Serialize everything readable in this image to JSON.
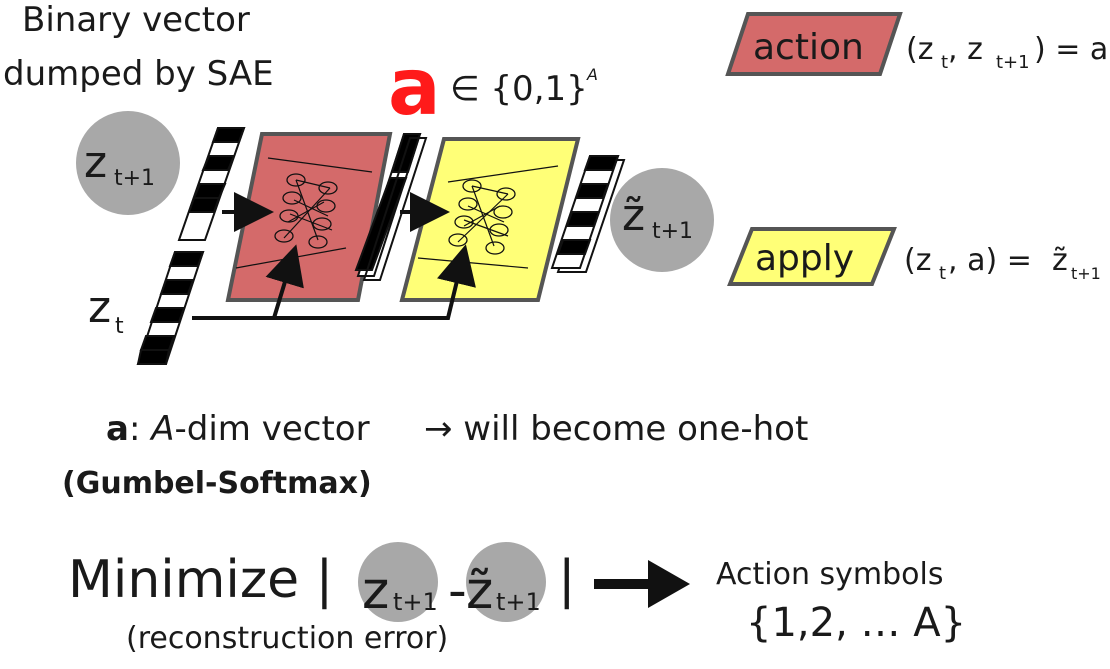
{
  "header": {
    "line1": "Binary vector",
    "line2": "dumped by SAE"
  },
  "a_symbol": "a",
  "a_set": "∈ {0,1}",
  "a_set_sup": "A",
  "labels": {
    "z_next": "z",
    "z_next_sub": "t+1",
    "z_t": "z",
    "z_t_sub": "t",
    "z_tilde": "z̃",
    "z_tilde_sub": "t+1"
  },
  "legend": {
    "action_label": "action",
    "action_eq_open": "(z",
    "action_eq_sub1": "t",
    "action_eq_mid": ", z",
    "action_eq_sub2": "t+1",
    "action_eq_close": ") = a",
    "apply_label": "apply",
    "apply_eq_open": "(z",
    "apply_eq_sub1": "t",
    "apply_eq_mid": ", a) = ",
    "apply_eq_z": "z̃",
    "apply_eq_sub2": "t+1"
  },
  "description": {
    "a_bold": "a",
    "colon": ": ",
    "a_italic": "A",
    "dim_text": "-dim vector",
    "arrow_text": "→ will become one-hot",
    "gumbel": "(Gumbel-Softmax)"
  },
  "objective": {
    "minimize": "Minimize |",
    "z1": "z",
    "z1_sub": "t+1",
    "dash": "-",
    "z2": "z̃",
    "z2_sub": "t+1",
    "bar_end": "|",
    "recon": "(reconstruction error)"
  },
  "result": {
    "line1": "Action symbols",
    "line2": "{1,2, … A}"
  },
  "colors": {
    "action_fill": "#d46a6a",
    "apply_fill": "#ffff77",
    "circle_fill": "#a8a8a8",
    "accent_red": "#ff1a1a",
    "border": "#555555"
  },
  "icons": {
    "arrow": "right-arrow-icon",
    "neural_net": "neural-network-icon",
    "bit_vector": "binary-vector-icon"
  }
}
